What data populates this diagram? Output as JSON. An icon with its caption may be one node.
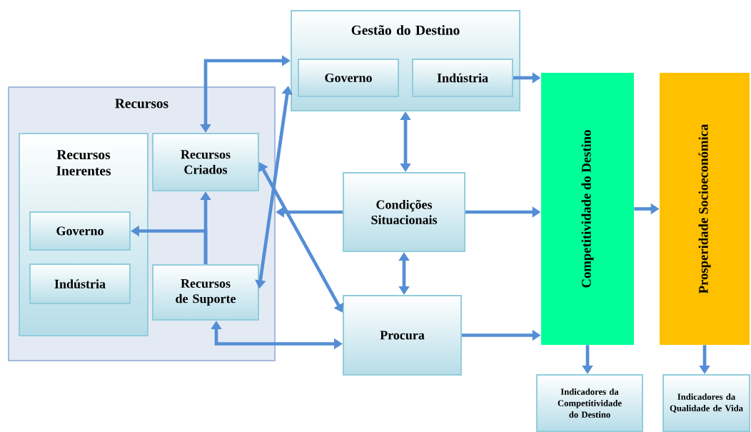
{
  "diagram": {
    "nodes": [
      {
        "text": [
          "Gestão do Destino"
        ]
      },
      {
        "text": [
          "Governo"
        ],
        "in": 0
      },
      {
        "text": [
          "Indústria"
        ],
        "in": 0
      },
      {
        "text": [
          "Recursos"
        ]
      },
      {
        "text": [
          "Recursos Inerentes"
        ],
        "in": 3
      },
      {
        "text": [
          "Governo"
        ],
        "in": 4
      },
      {
        "text": [
          "Indústria"
        ],
        "in": 4
      },
      {
        "text": [
          "Recursos Criados"
        ],
        "in": 3
      },
      {
        "text": [
          "Recursos de Suporte"
        ],
        "in": 3
      },
      {
        "text": [
          "Condições Situacionais"
        ]
      },
      {
        "text": [
          "Procura"
        ]
      },
      {
        "text": [
          "Competitividade do Destino"
        ]
      },
      {
        "text": [
          "Prosperidade Socioeconómica"
        ]
      },
      {
        "text": [
          "Indicadores da Competitividade do Destino"
        ]
      },
      {
        "text": [
          "Indicadores da Qualidade de Vida"
        ]
      }
    ],
    "edges": [
      {
        "from": 7,
        "to": 0,
        "arrow": "both"
      },
      {
        "from": 8,
        "to": 7,
        "arrow": "to"
      },
      {
        "from": 8,
        "to": 5,
        "arrow": "to"
      },
      {
        "from": 8,
        "to": 0,
        "arrow": "both"
      },
      {
        "from": 7,
        "to": 10,
        "arrow": "both"
      },
      {
        "from": 9,
        "to": 3,
        "arrow": "to"
      },
      {
        "from": 8,
        "to": 10,
        "arrow": "both"
      },
      {
        "from": 0,
        "to": 9,
        "arrow": "both"
      },
      {
        "from": 9,
        "to": 10,
        "arrow": "both"
      },
      {
        "from": 2,
        "to": 11,
        "arrow": "to"
      },
      {
        "from": 9,
        "to": 11,
        "arrow": "to"
      },
      {
        "from": 10,
        "to": 11,
        "arrow": "to"
      },
      {
        "from": 11,
        "to": 12,
        "arrow": "to"
      },
      {
        "from": 11,
        "to": 13,
        "arrow": "to"
      },
      {
        "from": 12,
        "to": 14,
        "arrow": "to"
      }
    ]
  }
}
